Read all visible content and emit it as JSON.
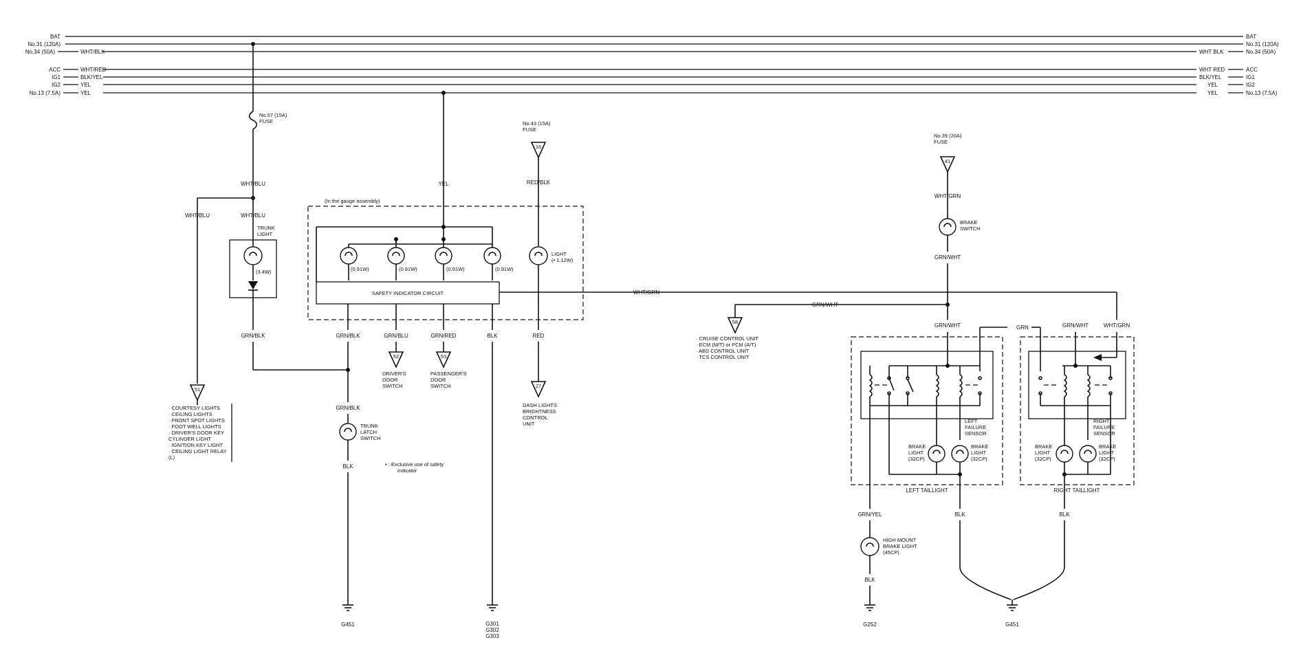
{
  "bus": {
    "left": [
      {
        "label": "BAT",
        "wire": ""
      },
      {
        "label": "No.31 (120A)",
        "wire": ""
      },
      {
        "label": "No.34 (50A)",
        "wire": "WHT/BLK"
      },
      {
        "label": "ACC",
        "wire": "WHT/RED"
      },
      {
        "label": "IG1",
        "wire": "BLK/YEL"
      },
      {
        "label": "IG2",
        "wire": "YEL"
      },
      {
        "label": "No.13 (7.5A)",
        "wire": "YEL"
      }
    ],
    "right": [
      {
        "label": "BAT",
        "wire": ""
      },
      {
        "label": "No.31 (120A)",
        "wire": ""
      },
      {
        "label": "No.34 (50A)",
        "wire": "WHT BLK"
      },
      {
        "label": "ACC",
        "wire": "WHT RED"
      },
      {
        "label": "IG1",
        "wire": "BLK/YEL"
      },
      {
        "label": "IG2",
        "wire": "YEL"
      },
      {
        "label": "No.13 (7.5A)",
        "wire": "YEL"
      }
    ]
  },
  "fuses": {
    "f57": [
      "No.57 (15A)",
      "FUSE"
    ],
    "f43": [
      "No.43 (15A)",
      "FUSE"
    ],
    "f39": [
      "No.39 (20A)",
      "FUSE"
    ]
  },
  "wires": {
    "wht_blu": "WHT/BLU",
    "yel": "YEL",
    "red_blk": "RED/BLK",
    "grn_blk": "GRN/BLK",
    "grn_blu": "GRN/BLU",
    "grn_red": "GRN/RED",
    "blk": "BLK",
    "red": "RED",
    "wht_grn": "WHT/GRN",
    "grn_wht": "GRN/WHT",
    "grn": "GRN",
    "grn_yel": "GRN/YEL"
  },
  "components": {
    "trunk_light": [
      "TRUNK",
      "LIGHT"
    ],
    "trunk_light_rating": "(3.4W)",
    "gauge_assembly": "(In the gauge assembly)",
    "indicator_rating": "(0.91W)",
    "light": [
      "LIGHT",
      "(• 1.12W)"
    ],
    "safety_circuit": "SAFETY INDICATOR CIRCUIT",
    "trunk_latch": [
      "TRUNK",
      "LATCH",
      "SWITCH"
    ],
    "drivers_door": [
      "DRIVER'S",
      "DOOR",
      "SWITCH"
    ],
    "passengers_door": [
      "PASSENGER'S",
      "DOOR",
      "SWITCH"
    ],
    "dash_lights": [
      "DASH LIGHTS",
      "BRIGHTNESS",
      "CONTROL",
      "UNIT"
    ],
    "brake_switch": [
      "BRAKE",
      "SWITCH"
    ],
    "brake_light": [
      "BRAKE",
      "LIGHT",
      "(32CP)"
    ],
    "left_failure": [
      "LEFT",
      "FAILURE",
      "SENSOR"
    ],
    "right_failure": [
      "RIGHT",
      "FAILURE",
      "SENSOR"
    ],
    "left_taillight": "LEFT TAILLIGHT",
    "right_taillight": "RIGHT TAILLIGHT",
    "high_mount": [
      "HIGH MOUNT",
      "BRAKE LIGHT",
      "(45CP)"
    ],
    "footnote": [
      "• : Exclusive use of safety",
      "indicator"
    ]
  },
  "connectors": {
    "c51": "51",
    "c52": "52",
    "c53": "53",
    "c27": "27",
    "c58": "58",
    "c16": "16",
    "c41": "41"
  },
  "courtesy_list": [
    "· COURTESY LIGHTS",
    "· CEILING LIGHTS",
    "· FRONT SPOT LIGHTS",
    "· FOOT WELL LIGHTS",
    "· DRIVER'S DOOR KEY",
    "  CYLINDER LIGHT",
    "· IGNITION KEY LIGHT",
    "· CEILING LIGHT RELAY",
    "  (L)"
  ],
  "cruise_list": [
    "· CRUISE CONTROL UNIT",
    "· ECM (M/T) or PCM (A/T)",
    "· ABS CONTROL UNIT",
    "· TCS CONTROL UNIT"
  ],
  "grounds": {
    "g451a": [
      "G451"
    ],
    "g301": [
      "G301",
      "G302",
      "G303"
    ],
    "g252": [
      "G252"
    ],
    "g451b": [
      "G451"
    ]
  }
}
